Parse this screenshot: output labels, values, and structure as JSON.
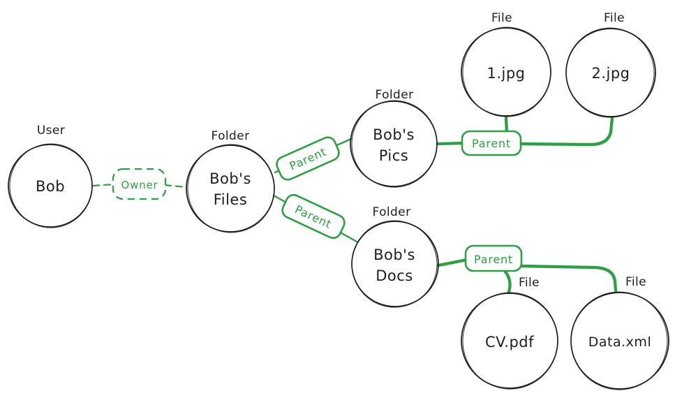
{
  "diagram": {
    "colors": {
      "ink": "#1e1e1e",
      "accent": "#2f9e44",
      "background": "#ffffff"
    },
    "nodes": [
      {
        "id": "bob",
        "type_label": "User",
        "line1": "Bob"
      },
      {
        "id": "bobs-files",
        "type_label": "Folder",
        "line1": "Bob's",
        "line2": "Files"
      },
      {
        "id": "bobs-pics",
        "type_label": "Folder",
        "line1": "Bob's",
        "line2": "Pics"
      },
      {
        "id": "bobs-docs",
        "type_label": "Folder",
        "line1": "Bob's",
        "line2": "Docs"
      },
      {
        "id": "file-1jpg",
        "type_label": "File",
        "line1": "1.jpg"
      },
      {
        "id": "file-2jpg",
        "type_label": "File",
        "line1": "2.jpg"
      },
      {
        "id": "file-cvpdf",
        "type_label": "File",
        "line1": "CV.pdf"
      },
      {
        "id": "file-dataxml",
        "type_label": "File",
        "line1": "Data.xml"
      }
    ],
    "edges": [
      {
        "id": "owner",
        "label": "Owner",
        "from": "bob",
        "to": [
          "bobs-files"
        ],
        "style": "dashed"
      },
      {
        "id": "parent-files-pics",
        "label": "Parent",
        "from": "bobs-files",
        "to": [
          "bobs-pics"
        ],
        "style": "solid"
      },
      {
        "id": "parent-files-docs",
        "label": "Parent",
        "from": "bobs-files",
        "to": [
          "bobs-docs"
        ],
        "style": "solid"
      },
      {
        "id": "parent-pics-kids",
        "label": "Parent",
        "from": "bobs-pics",
        "to": [
          "file-1jpg",
          "file-2jpg"
        ],
        "style": "solid"
      },
      {
        "id": "parent-docs-kids",
        "label": "Parent",
        "from": "bobs-docs",
        "to": [
          "file-cvpdf",
          "file-dataxml"
        ],
        "style": "solid"
      }
    ]
  }
}
